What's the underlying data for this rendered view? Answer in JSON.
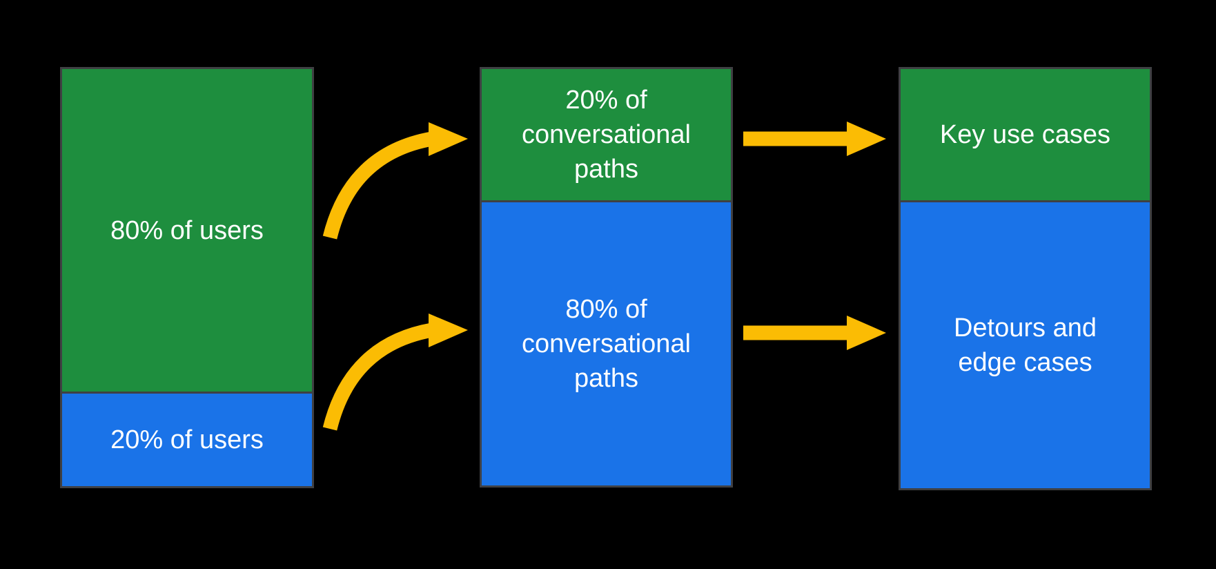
{
  "diagram": {
    "description": "Pareto funnel diagram: users to conversational paths to outcomes",
    "columns": [
      {
        "name": "users",
        "segments": [
          {
            "label": "80% of users",
            "color": "green"
          },
          {
            "label": "20% of users",
            "color": "blue"
          }
        ]
      },
      {
        "name": "conversational-paths",
        "segments": [
          {
            "label": "20% of conversational paths",
            "color": "green"
          },
          {
            "label": "80% of conversational paths",
            "color": "blue"
          }
        ]
      },
      {
        "name": "outcomes",
        "segments": [
          {
            "label": "Key use cases",
            "color": "green"
          },
          {
            "label": "Detours and edge cases",
            "color": "blue"
          }
        ]
      }
    ]
  },
  "colors": {
    "green": "#1E8E3E",
    "blue": "#1A73E8",
    "yellow": "#FBBC04",
    "border": "#3F4043",
    "background": "#000000",
    "text": "#FFFFFF"
  }
}
